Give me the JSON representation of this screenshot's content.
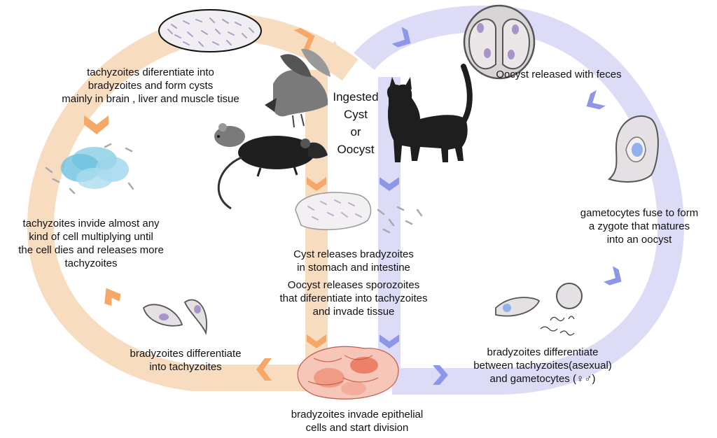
{
  "center": {
    "lines": [
      "Ingested",
      "Cyst",
      "or",
      "Oocyst"
    ]
  },
  "labels": {
    "cysts_form": [
      "tachyzoites diferentiate into",
      "bradyzoites and form cysts",
      "mainly in brain , liver and muscle tisue"
    ],
    "tachy_invade": [
      "tachyzoites invide almost any",
      "kind of cell multiplying until",
      "the cell dies and releases more",
      "tachyzoites"
    ],
    "brady_to_tachy": [
      "bradyzoites differentiate",
      "into tachyzoites"
    ],
    "epithelial": [
      "bradyzoites invade epithelial",
      "cells and start division"
    ],
    "cyst_releases": [
      "Cyst releases bradyzoites",
      "in stomach and intestine"
    ],
    "oocyst_releases": [
      "Oocyst releases sporozoites",
      "that diferentiate into tachyzoites",
      "and invade tissue"
    ],
    "oocyst_feces": [
      "Oocyst released with feces"
    ],
    "gametocytes_fuse": [
      "gametocytes fuse to form",
      "a zygote that matures",
      "into an oocyst"
    ],
    "brady_between": [
      "bradyzoites differentiate",
      "between tachyzoites(asexual)",
      "and gametocytes (♀♂)"
    ]
  },
  "colors": {
    "orange_band": "#f7dcc0",
    "orange_chevron": "#f5a868",
    "blue_band": "#dcdcf6",
    "blue_chevron": "#8e96e8",
    "cell_fill": "#e4e0e4",
    "nucleus": "#a894c8",
    "cat": "#1e1e1e",
    "rodent": "#4a4a4a",
    "epithelium": "#e86a50"
  }
}
